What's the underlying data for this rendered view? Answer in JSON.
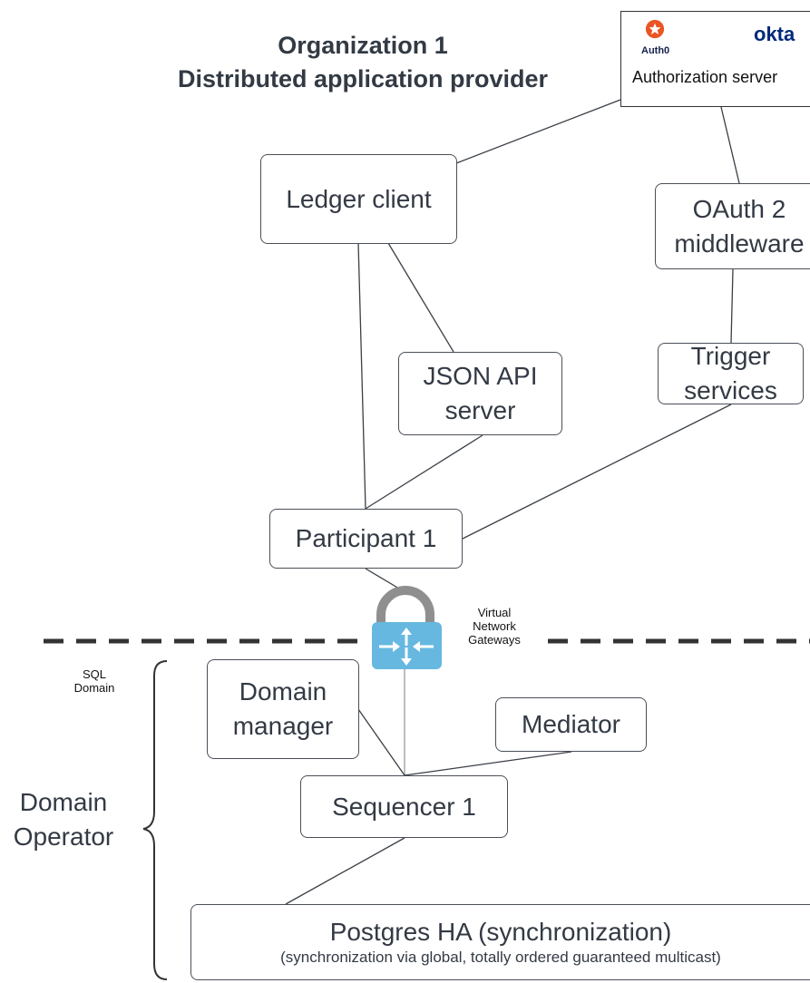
{
  "title": {
    "line1": "Organization 1",
    "line2": "Distributed application provider"
  },
  "auth_server": {
    "logo_left": "Auth0",
    "logo_right": "okta",
    "label": "Authorization server"
  },
  "nodes": {
    "ledger_client": "Ledger client",
    "oauth_line1": "OAuth 2",
    "oauth_line2": "middleware",
    "json_line1": "JSON API",
    "json_line2": "server",
    "trigger_line1": "Trigger",
    "trigger_line2": "services",
    "participant": "Participant 1",
    "domain_manager_line1": "Domain",
    "domain_manager_line2": "manager",
    "mediator": "Mediator",
    "sequencer": "Sequencer 1",
    "postgres_title": "Postgres HA (synchronization)",
    "postgres_subtitle": "(synchronization via global, totally ordered guaranteed multicast)"
  },
  "gateway": {
    "line1": "Virtual",
    "line2": "Network",
    "line3": "Gateways"
  },
  "sql_domain": {
    "line1": "SQL",
    "line2": "Domain"
  },
  "domain_operator": {
    "line1": "Domain",
    "line2": "Operator"
  },
  "colors": {
    "box_border": "#4a4f57",
    "text": "#333a44",
    "gateway_blue": "#66b8e0",
    "lock_gray": "#8f8f8f",
    "okta_blue": "#00297a",
    "auth0_orange": "#eb5424"
  }
}
